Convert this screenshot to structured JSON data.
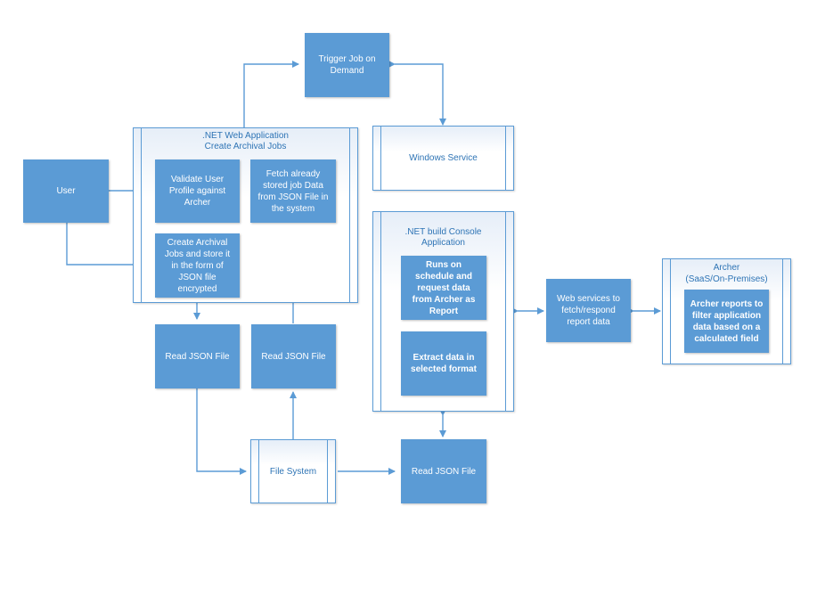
{
  "nodes": {
    "trigger_job": "Trigger Job on Demand",
    "web_app_title_line1": ".NET Web Application",
    "web_app_title_line2": "Create Archival Jobs",
    "windows_service": "Windows Service",
    "user": "User",
    "validate_user": "Validate User Profile against Archer",
    "fetch_stored": "Fetch already stored job Data from JSON File in the system",
    "create_jobs": "Create Archival Jobs and store it in the form of JSON file encrypted",
    "console_title_line1": ".NET build Console",
    "console_title_line2": "Application",
    "runs_on_schedule": "Runs on schedule and request data from Archer as Report",
    "extract_data": "Extract data in selected format",
    "web_services": "Web services to fetch/respond report data",
    "archer_title_line1": "Archer",
    "archer_title_line2": "(SaaS/On-Premises)",
    "archer_reports": "Archer reports to filter application data based on a calculated field",
    "read_json_left": "Read JSON File",
    "read_json_mid": "Read JSON File",
    "read_json_bottom": "Read JSON File",
    "file_system": "File System"
  },
  "colors": {
    "box_fill": "#5b9bd5",
    "line": "#5b9bd5",
    "container_title": "#2e74b5"
  }
}
